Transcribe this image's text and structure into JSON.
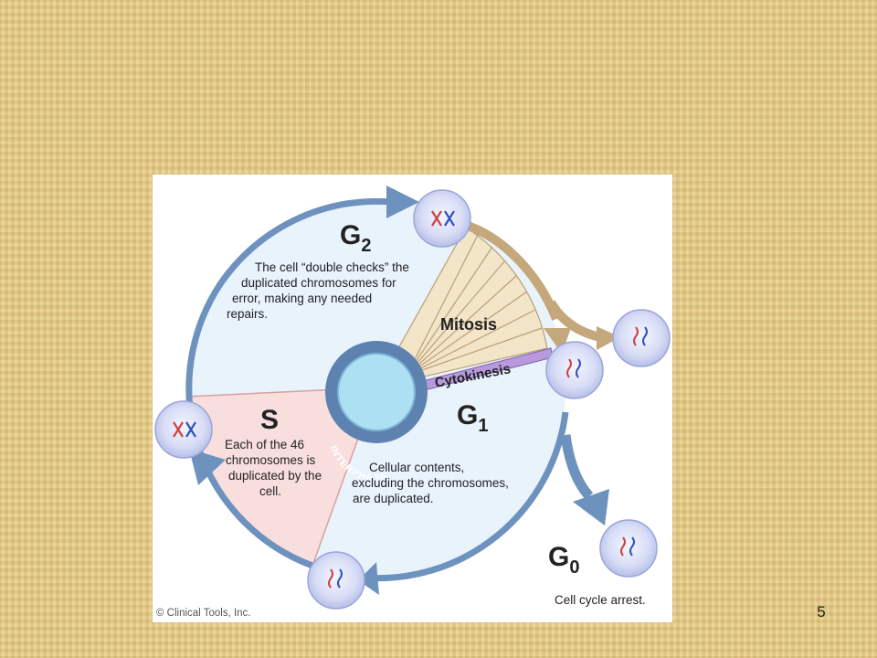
{
  "slide_number": "5",
  "colors": {
    "background": "#e6cf8f",
    "interphase_fill": "#e8f3fc",
    "s_phase_fill": "#f9dede",
    "mitosis_fill": "#f2e5c8",
    "cycle_arrow": "#6e92be",
    "mitosis_arrow": "#c4a77a",
    "cytokinesis_band": "#b89adc",
    "nucleus": "#aee0f4"
  },
  "diagram": {
    "g2": {
      "main": "G",
      "sub": "2",
      "description": [
        "The cell “double checks” the",
        "duplicated chromosomes for",
        "error, making any needed",
        "repairs."
      ]
    },
    "s": {
      "label": "S",
      "description": [
        "Each of the 46",
        "chromosomes is",
        "duplicated by the",
        "cell."
      ]
    },
    "g1": {
      "main": "G",
      "sub": "1",
      "description": [
        "Cellular contents,",
        "excluding the chromosomes,",
        "are duplicated."
      ]
    },
    "g0": {
      "main": "G",
      "sub": "0",
      "description": "Cell cycle arrest."
    },
    "mitosis": "Mitosis",
    "cytokinesis": "Cytokinesis",
    "interphase": "INTERPHASE",
    "copyright": "© Clinical Tools, Inc."
  }
}
